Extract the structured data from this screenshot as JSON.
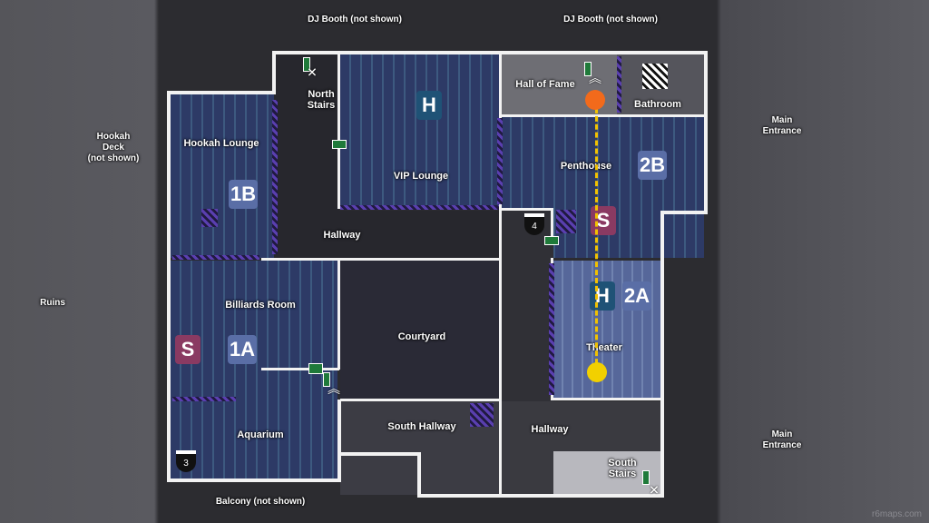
{
  "map": {
    "rooms": {
      "hookah_lounge": "Hookah Lounge",
      "north_stairs": "North\nStairs",
      "vip_lounge": "VIP Lounge",
      "hall_of_fame": "Hall of Fame",
      "bathroom": "Bathroom",
      "penthouse": "Penthouse",
      "hallway_north": "Hallway",
      "billiards_room": "Billiards Room",
      "courtyard": "Courtyard",
      "theater": "Theater",
      "aquarium": "Aquarium",
      "south_hallway": "South Hallway",
      "hallway_south": "Hallway",
      "south_stairs": "South\nStairs"
    },
    "exterior": {
      "dj_booth_left": "DJ Booth (not shown)",
      "dj_booth_right": "DJ Booth (not shown)",
      "hookah_deck": "Hookah\nDeck\n(not shown)",
      "ruins": "Ruins",
      "main_entrance_top": "Main\nEntrance",
      "main_entrance_bottom": "Main\nEntrance",
      "balcony": "Balcony (not shown)"
    },
    "sites": {
      "site_1b": "1B",
      "site_2b": "2B",
      "site_2a": "2A",
      "site_1a": "1A"
    },
    "hostage_markers": [
      "H",
      "H"
    ],
    "secure_markers": [
      "S",
      "S"
    ],
    "cameras": [
      "4",
      "3"
    ],
    "watermark": "r6maps.com",
    "colors": {
      "start_dot": "#f26a1b",
      "end_dot": "#f2d000",
      "path": "#f2c200",
      "site_badge": "#5a6ea6",
      "hostage_badge": "#1f5276",
      "secure_badge": "#8a3a62"
    }
  }
}
